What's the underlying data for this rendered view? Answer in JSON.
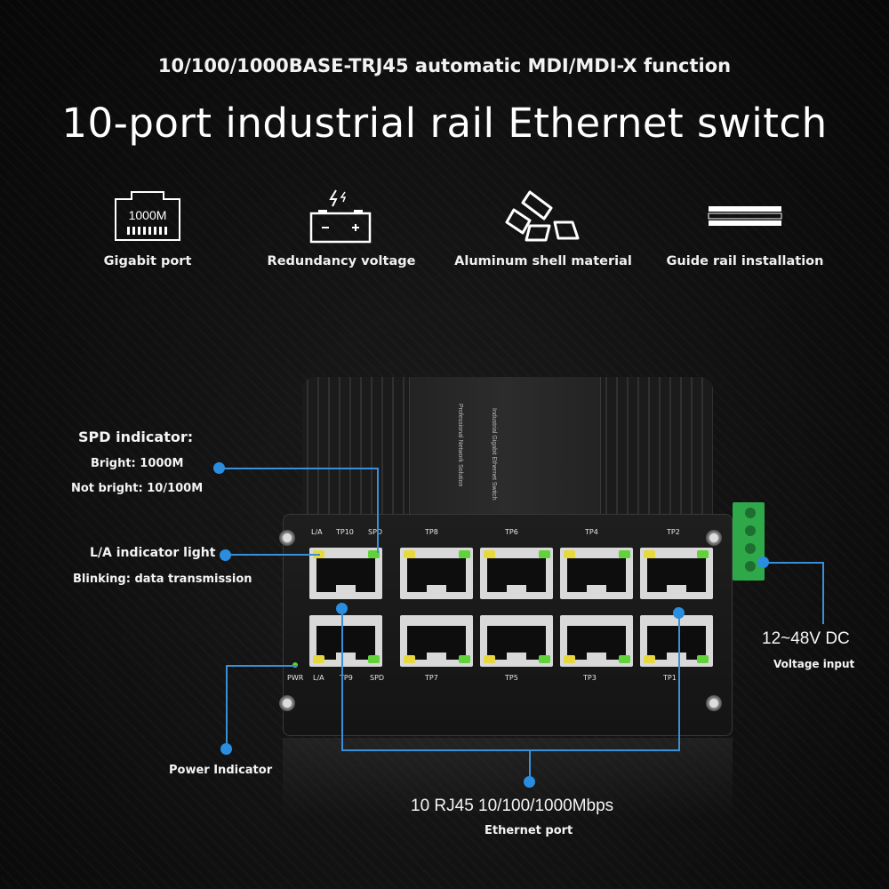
{
  "header": {
    "subtitle": "10/100/1000BASE-TRJ45 automatic MDI/MDI-X function",
    "title": "10-port industrial rail Ethernet switch"
  },
  "features": [
    {
      "icon": "gigabit-port-icon",
      "icon_text": "1000M",
      "label": "Gigabit port"
    },
    {
      "icon": "battery-icon",
      "label": "Redundancy voltage"
    },
    {
      "icon": "aluminum-bars-icon",
      "label": "Aluminum shell material"
    },
    {
      "icon": "din-rail-icon",
      "label": "Guide rail installation"
    }
  ],
  "annotations": {
    "spd_title": "SPD indicator:",
    "spd_bright": "Bright: 1000M",
    "spd_not_bright": "Not bright: 10/100M",
    "la_title": "L/A indicator light",
    "la_desc": "Blinking: data transmission",
    "power": "Power Indicator",
    "voltage_value": "12~48V DC",
    "voltage_label": "Voltage input",
    "ports_value": "10 RJ45 10/100/1000Mbps",
    "ports_label": "Ethernet port"
  },
  "device": {
    "top_labels": {
      "la": "L/A",
      "tp10": "TP10",
      "spd": "SPD",
      "tp8": "TP8",
      "tp6": "TP6",
      "tp4": "TP4",
      "tp2": "TP2"
    },
    "bottom_labels": {
      "pwr": "PWR",
      "la": "L/A",
      "tp9": "TP9",
      "spd": "SPD",
      "tp7": "TP7",
      "tp5": "TP5",
      "tp3": "TP3",
      "tp1": "TP1"
    },
    "print_1": "Professional Network Solution",
    "print_2": "Industrial Gigabit Ethernet Switch"
  },
  "colors": {
    "accent": "#2a8ee0",
    "led_yellow": "#e8d840",
    "led_green": "#62d23a",
    "terminal": "#2fa84a"
  }
}
